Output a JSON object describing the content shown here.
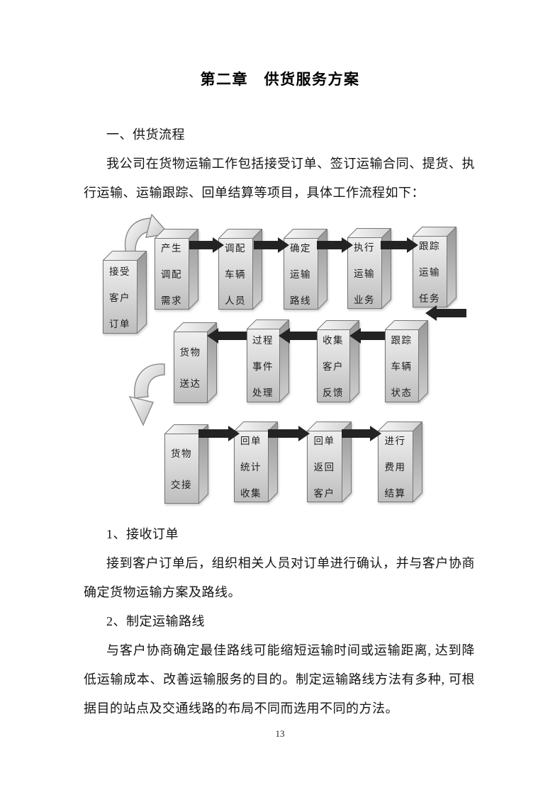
{
  "document": {
    "title": "第二章　供货服务方案",
    "heading1": "一、供货流程",
    "intro": {
      "line1": "我公司在货物运输工作包括接受订单、签订运输合同、提货、执",
      "line2": "行运输、运输跟踪、回单结算等项目，具体工作流程如下："
    },
    "item1": {
      "heading": "1、接收订单",
      "line1": "接到客户订单后，组织相关人员对订单进行确认，并与客户协商",
      "line2": "确定货物运输方案及路线。"
    },
    "item2": {
      "heading": "2、制定运输路线",
      "line1": "与客户协商确定最佳路线可能缩短运输时间或运输距离, 达到降",
      "line2": "低运输成本、改善运输服务的目的。制定运输路线方法有多种, 可根",
      "line3": "据目的站点及交通线路的布局不同而选用不同的方法。"
    },
    "page_number": "13"
  },
  "flowchart": {
    "rows": [
      {
        "direction": "right",
        "nodes": [
          {
            "lines": [
              "接受",
              "客户",
              "订单"
            ]
          },
          {
            "lines": [
              "产生",
              "调配",
              "需求"
            ]
          },
          {
            "lines": [
              "调配",
              "车辆",
              "人员"
            ]
          },
          {
            "lines": [
              "确定",
              "运输",
              "路线"
            ]
          },
          {
            "lines": [
              "执行",
              "运输",
              "业务"
            ]
          },
          {
            "lines": [
              "跟踪",
              "运输",
              "任务"
            ]
          }
        ]
      },
      {
        "direction": "left",
        "nodes": [
          {
            "lines": [
              "货物",
              "送达"
            ]
          },
          {
            "lines": [
              "过程",
              "事件",
              "处理"
            ]
          },
          {
            "lines": [
              "收集",
              "客户",
              "反馈"
            ]
          },
          {
            "lines": [
              "跟踪",
              "车辆",
              "状态"
            ]
          }
        ]
      },
      {
        "direction": "right",
        "nodes": [
          {
            "lines": [
              "货物",
              "交接"
            ]
          },
          {
            "lines": [
              "回单",
              "统计",
              "收集"
            ]
          },
          {
            "lines": [
              "回单",
              "返回",
              "客户"
            ]
          },
          {
            "lines": [
              "进行",
              "费用",
              "结算"
            ]
          }
        ]
      }
    ],
    "colors": {
      "box_front": "#d9d9d9",
      "box_top": "#f0f0f0",
      "box_side": "#a9a9a9",
      "box_border": "#767676",
      "arrow": "#232323",
      "text": "#1c1c1c"
    }
  }
}
